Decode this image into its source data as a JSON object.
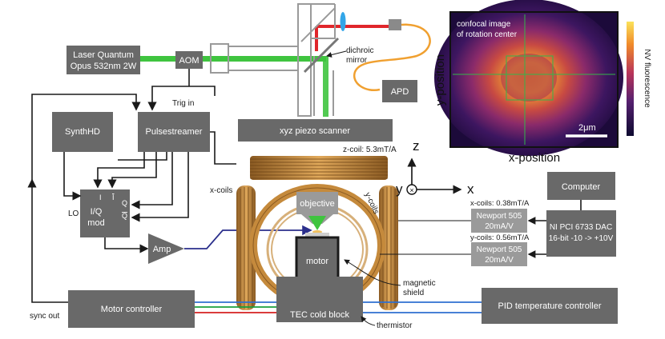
{
  "boxes": {
    "laser_l1": "Laser Quantum",
    "laser_l2": "Opus 532nm 2W",
    "aom": "AOM",
    "synthhd": "SynthHD",
    "pulsestreamer": "Pulsestreamer",
    "iq_l1": "I/Q",
    "iq_l2": "mod",
    "amp": "Amp",
    "apd": "APD",
    "piezo": "xyz piezo scanner",
    "objective": "objective",
    "motor": "motor",
    "tec": "TEC cold block",
    "motor_controller": "Motor controller",
    "pid": "PID temperature controller",
    "computer": "Computer",
    "dac_l1": "NI PCI 6733 DAC",
    "dac_l2": "16-bit -10 -> +10V",
    "newport_x_l1": "Newport 505",
    "newport_x_l2": "20mA/V",
    "newport_y_l1": "Newport 505",
    "newport_y_l2": "20mA/V"
  },
  "labels": {
    "trig_in": "Trig in",
    "dichroic_l1": "dichroic",
    "dichroic_l2": "mirror",
    "z_coil": "z-coil: 5.3mT/A",
    "x_coils_left": "x-coils",
    "y_coils": "y-coils",
    "x_coils_gain": "x-coils: 0.38mT/A",
    "y_coils_gain": "y-coils: 0.56mT/A",
    "lo": "LO",
    "iq_i": "I",
    "iq_ibar": "I",
    "iq_q": "Q",
    "iq_qbar": "Q",
    "magnetic_l1": "magnetic",
    "magnetic_l2": "shield",
    "thermistor": "thermistor",
    "sync_out": "sync out",
    "axis_z": "z",
    "axis_y": "y",
    "axis_x": "x"
  },
  "confocal": {
    "caption_l1": "confocal image",
    "caption_l2": "of rotation center",
    "scale_bar": "2μm",
    "colorbar_label": "NV fluorescence",
    "xlabel": "x-position",
    "ylabel": "y-position"
  },
  "colors": {
    "box_fill": "#696969",
    "green_laser": "#3fc43f",
    "red_beam": "#e0262b",
    "fiber": "#f0a030",
    "coil": "#c58a3c",
    "rf_blue": "#2b2f8c",
    "wire_green": "#1aa03c",
    "wire_red": "#d42020",
    "wire_blue": "#2e6fd0"
  }
}
